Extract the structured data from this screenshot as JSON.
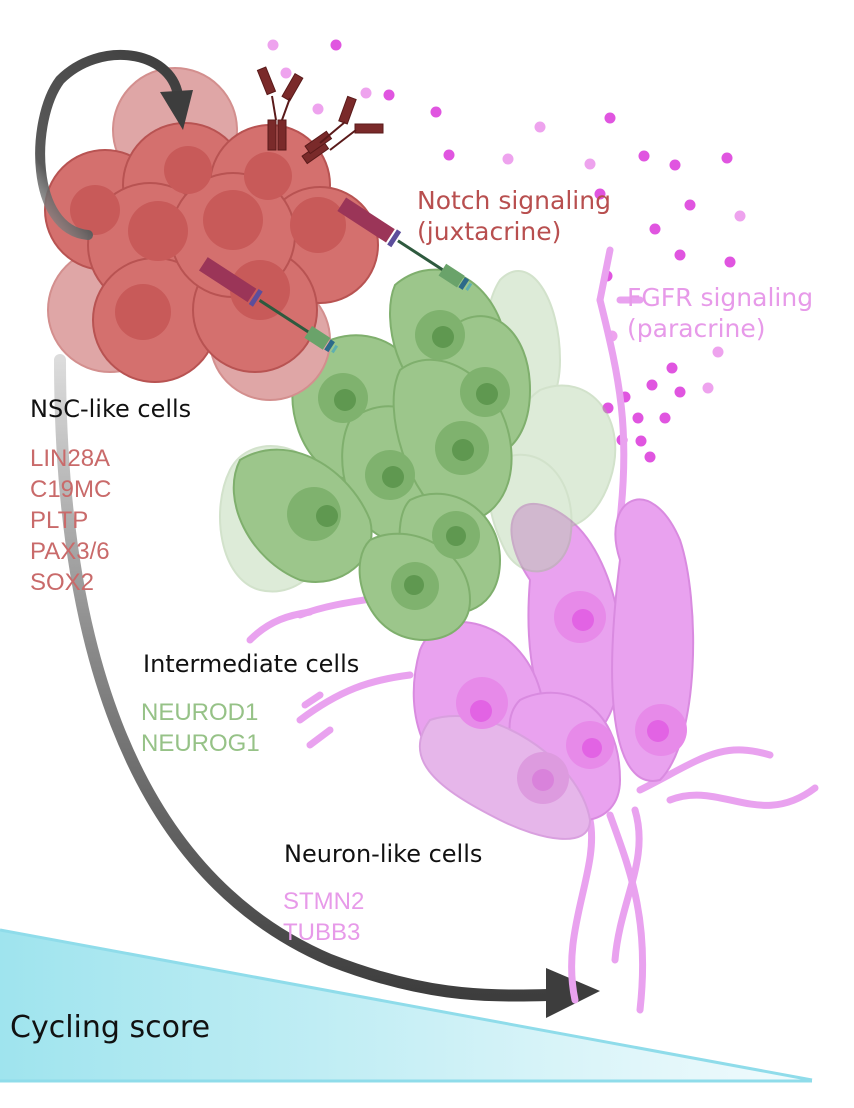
{
  "figure": {
    "populations": [
      {
        "id": "nsc",
        "title": "NSC-like cells",
        "markers": [
          "LIN28A",
          "C19MC",
          "PLTP",
          "PAX3/6",
          "SOX2"
        ],
        "color": "#c96a6a"
      },
      {
        "id": "intermediate",
        "title": "Intermediate cells",
        "markers": [
          "NEUROD1",
          "NEUROG1"
        ],
        "color": "#96c287"
      },
      {
        "id": "neuron",
        "title": "Neuron-like cells",
        "markers": [
          "STMN2",
          "TUBB3"
        ],
        "color": "#e79ae9"
      }
    ],
    "signaling": [
      {
        "id": "notch",
        "line1": "Notch signaling",
        "line2": "(juxtacrine)",
        "color": "#b84f4f"
      },
      {
        "id": "fgfr",
        "line1": "FGFR signaling",
        "line2": "(paracrine)",
        "color": "#e79ae9"
      }
    ],
    "gradient": {
      "label": "Cycling score",
      "color": "#9fe4ee",
      "direction": "decreasing left-to-right"
    },
    "icons": {
      "self_renewal_arrow": "circular-arrow-icon",
      "differentiation_arrow": "curved-arrow-icon",
      "receptor": "fgfr-receptor-icon",
      "notch": "notch-receptor-icon",
      "ligand": "fgf-ligand-dot-icon"
    },
    "palette": {
      "nsc_cell": "#d4706e",
      "nsc_nucleus": "#c85a59",
      "intermediate_cell": "#9cc68b",
      "intermediate_nucleus": "#6fa85f",
      "neuron_cell": "#e9a2ef",
      "neuron_nucleus": "#e26de4",
      "ligand_dark": "#e055e0",
      "ligand_light": "#eea3ee",
      "arrow": "#3d3d3d"
    }
  }
}
